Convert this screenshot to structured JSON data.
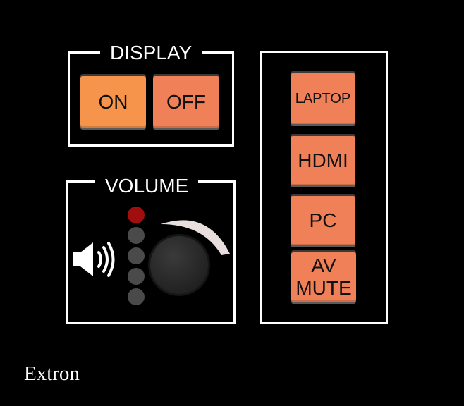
{
  "display": {
    "title": "DISPLAY",
    "on_label": "ON",
    "off_label": "OFF"
  },
  "volume": {
    "title": "VOLUME",
    "level_leds_lit": 1,
    "level_leds_total": 5
  },
  "sources": {
    "laptop_label": "LAPTOP",
    "hdmi_label": "HDMI",
    "pc_label": "PC",
    "av_mute_label": "AV\nMUTE"
  },
  "brand": "Extron",
  "colors": {
    "background": "#000000",
    "frame": "#ffffff",
    "button_on": "#f5944a",
    "button": "#f08058",
    "led_lit": "#a10e0e",
    "led_unlit": "#4a4a4a",
    "knob": "#2b2b2b"
  },
  "icons": {
    "speaker": "speaker-icon",
    "knob": "volume-knob"
  }
}
